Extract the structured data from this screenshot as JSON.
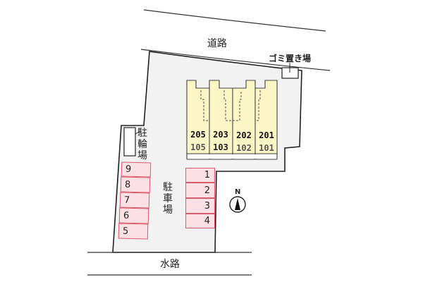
{
  "labels": {
    "road": "道路",
    "waterway": "水路",
    "garbage": "ゴミ置き場",
    "bicycle_parking": [
      "駐",
      "輪",
      "場"
    ],
    "car_parking": [
      "駐",
      "車",
      "場"
    ],
    "north": "N"
  },
  "building": {
    "units": [
      {
        "upper": "205",
        "lower": "105"
      },
      {
        "upper": "203",
        "lower": "103"
      },
      {
        "upper": "202",
        "lower": "102"
      },
      {
        "upper": "201",
        "lower": "101"
      }
    ]
  },
  "parking_left": [
    "9",
    "8",
    "7",
    "6",
    "5"
  ],
  "parking_right": [
    "1",
    "2",
    "3",
    "4"
  ],
  "colors": {
    "lot_fill": "#f2f2f2",
    "building_fill": "#fbf6c6",
    "stall_fill": "#fbe1e6",
    "stall_border": "#d75a6e",
    "outline": "#222222"
  }
}
